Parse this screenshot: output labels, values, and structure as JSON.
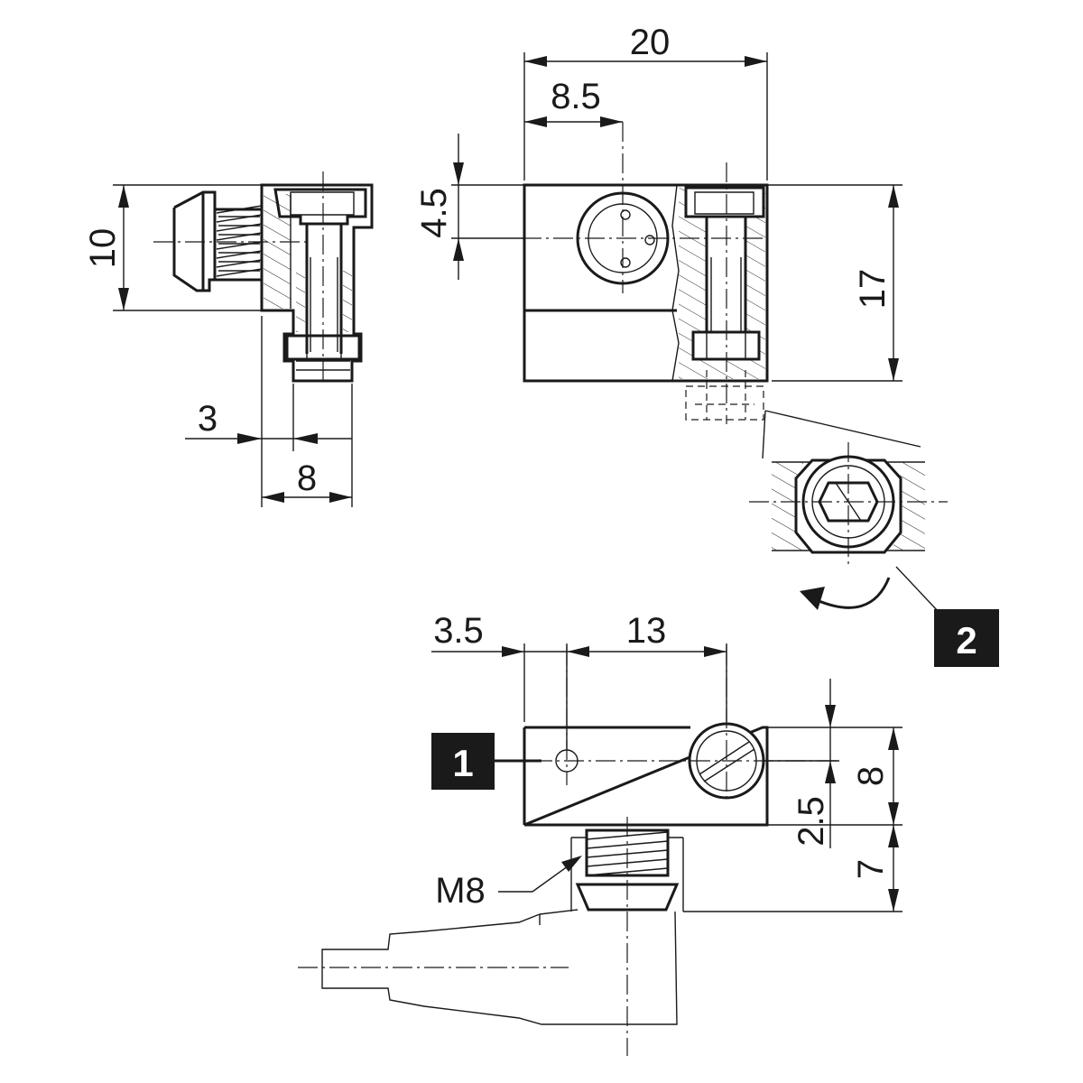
{
  "dimensions": {
    "top_width": "20",
    "top_offset": "8.5",
    "top_vertical": "4.5",
    "top_height": "17",
    "side_height": "10",
    "side_flange": "3",
    "side_width": "8",
    "bottom_left": "3.5",
    "bottom_center": "13",
    "bottom_height": "8",
    "bottom_offset": "2.5",
    "bottom_thread_length": "7",
    "thread": "M8"
  },
  "callouts": {
    "callout_1": "1",
    "callout_2": "2"
  },
  "colors": {
    "line": "#1a1a1a",
    "callout_bg": "#1a1a1a",
    "callout_text": "#ffffff"
  }
}
